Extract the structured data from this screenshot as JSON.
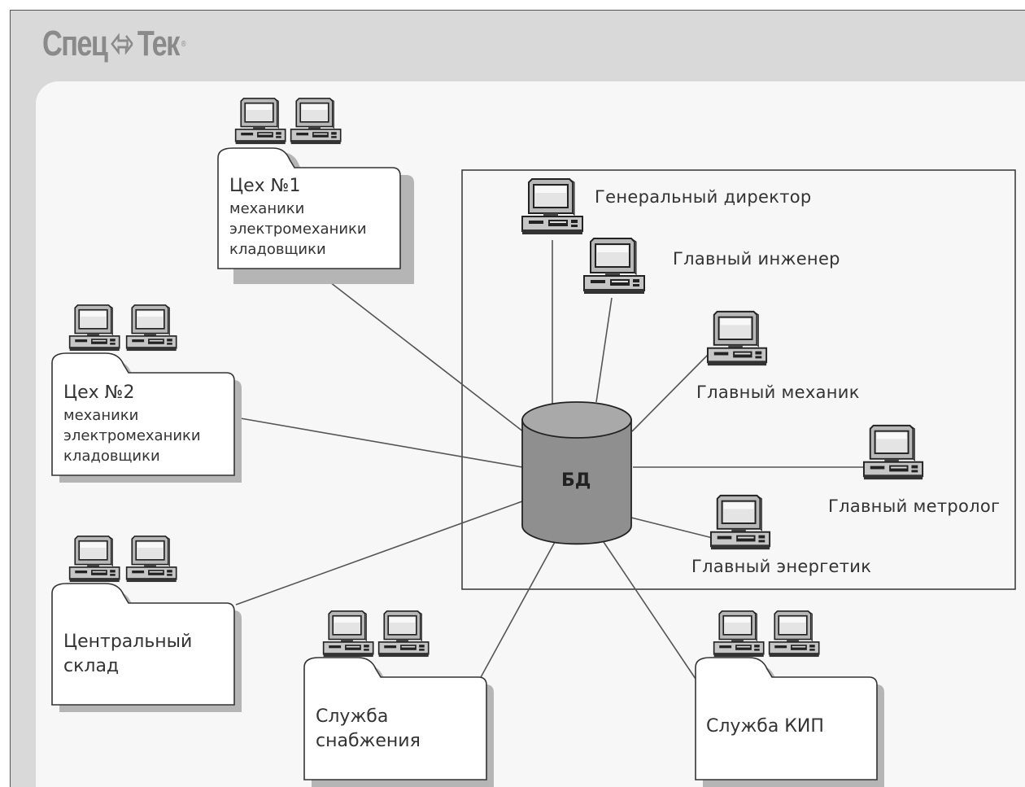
{
  "logo": {
    "left": "Спец",
    "right": "Тек",
    "mark": "®"
  },
  "database": {
    "label": "БД"
  },
  "groups": [
    {
      "id": "ceh1",
      "title": "Цех №1",
      "lines": [
        "механики",
        "электромеханики",
        "кладовщики"
      ]
    },
    {
      "id": "ceh2",
      "title": "Цех №2",
      "lines": [
        "механики",
        "электромеханики",
        "кладовщики"
      ]
    },
    {
      "id": "central",
      "title": "Центральный",
      "lines": [
        "склад"
      ]
    },
    {
      "id": "snab",
      "title": "Служба",
      "lines": [
        "снабжения"
      ]
    },
    {
      "id": "kip",
      "title": "Служба КИП",
      "lines": []
    }
  ],
  "management": [
    {
      "id": "gendir",
      "label": "Генеральный директор"
    },
    {
      "id": "glinzh",
      "label": "Главный инженер"
    },
    {
      "id": "glmeh",
      "label": "Главный механик"
    },
    {
      "id": "glmetr",
      "label": "Главный метролог"
    },
    {
      "id": "glenerg",
      "label": "Главный энергетик"
    }
  ]
}
